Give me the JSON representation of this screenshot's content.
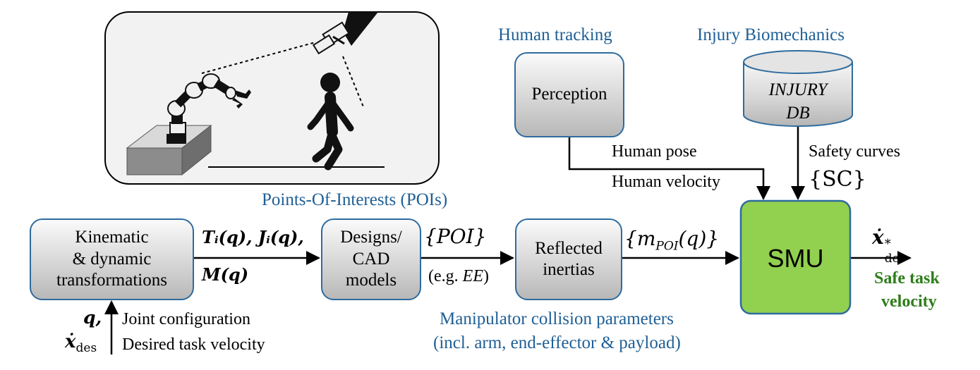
{
  "headers": {
    "human_tracking": "Human tracking",
    "injury_biomechanics": "Injury Biomechanics",
    "pois": "Points-Of-Interests (POIs)",
    "collision_params_line1": "Manipulator collision parameters",
    "collision_params_line2": "(incl. arm, end-effector & payload)"
  },
  "boxes": {
    "kinematic": [
      "Kinematic",
      "& dynamic",
      "transformations"
    ],
    "designs": [
      "Designs/",
      "CAD",
      "models"
    ],
    "reflected": [
      "Reflected",
      "inertias"
    ],
    "perception": "Perception",
    "injury_db": [
      "INJURY",
      "DB"
    ],
    "smu": "SMU"
  },
  "edge_labels": {
    "ti_ji": "T",
    "ti_ji_full": "Tᵢ(q), Jᵢ(q),",
    "mq": "M(q)",
    "poi": "{POI}",
    "eg_prefix": "(e.g. ",
    "eg_ee": "EE",
    "eg_suffix": ")",
    "mpoi": "{m",
    "mpoi_sub": "POI",
    "mpoi_tail": "(q)}",
    "human_pose": "Human pose",
    "human_velocity": "Human velocity",
    "safety_curves": "Safety curves",
    "sc": "{SC}",
    "xdes_star": "ẋ",
    "xdes_star_sub": "des",
    "xdes_star_sup": "*",
    "safe_line1": "Safe task",
    "safe_line2": "velocity",
    "q_comma": "q,",
    "xdes": "ẋ",
    "xdes_sub": "des",
    "joint_config": "Joint configuration",
    "desired_vel": "Desired task velocity"
  },
  "colors": {
    "header_blue": "#1f5f95",
    "box_border": "#2e6b9e",
    "smu_fill": "#92d050",
    "safe_green": "#2e7d1a"
  }
}
